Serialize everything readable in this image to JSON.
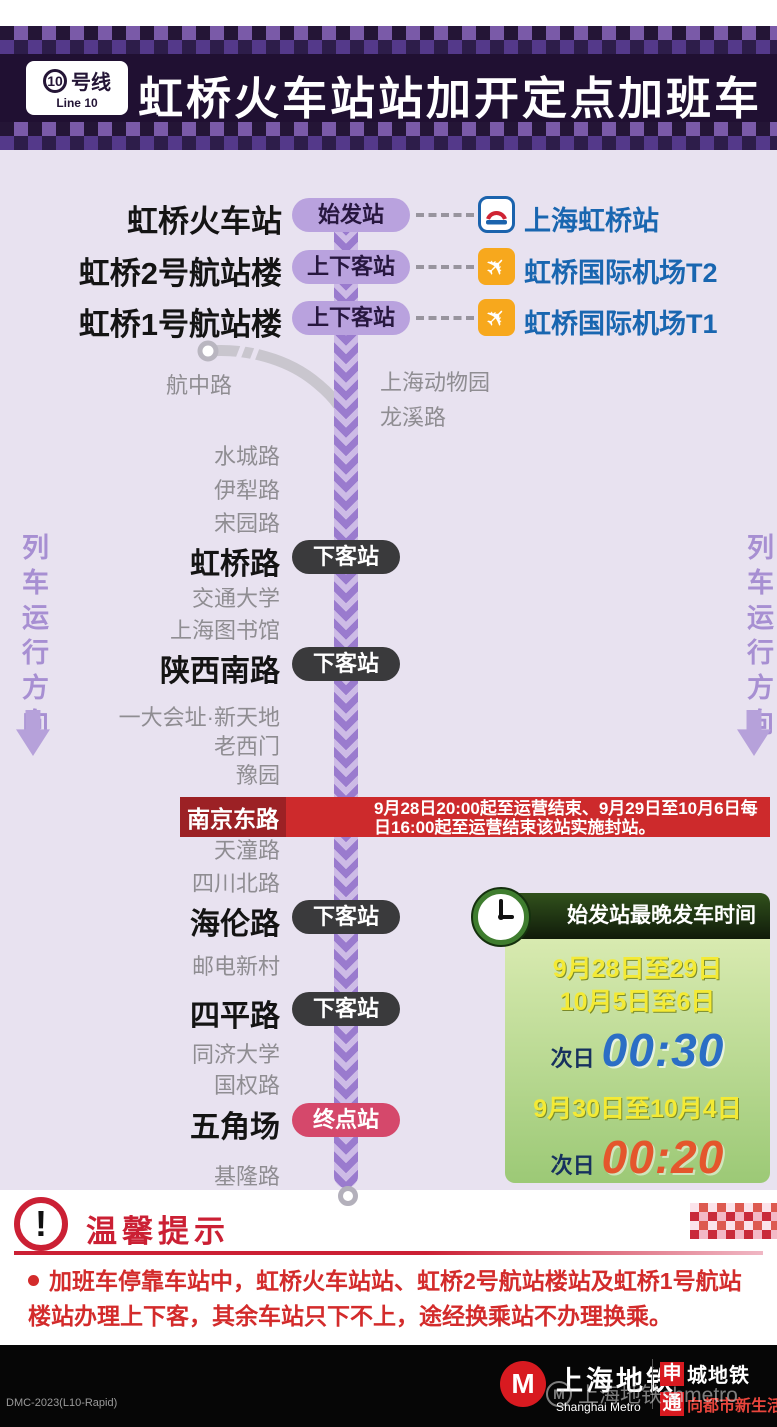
{
  "header": {
    "line_number": "10",
    "line_suffix": "号线",
    "line_en": "Line 10",
    "title": "虹桥火车站站加开定点加班车"
  },
  "direction_label": "列车运行方向",
  "top_stations": [
    {
      "name": "虹桥火车站",
      "badge": "始发站",
      "icon": "railway-icon",
      "link": "上海虹桥站"
    },
    {
      "name": "虹桥2号航站楼",
      "badge": "上下客站",
      "icon": "airplane-icon",
      "link": "虹桥国际机场T2"
    },
    {
      "name": "虹桥1号航站楼",
      "badge": "上下客站",
      "icon": "airplane-icon",
      "link": "虹桥国际机场T1"
    }
  ],
  "badges": {
    "drop_off": "下客站",
    "terminal": "终点站"
  },
  "stops": {
    "hangzhonglu": "航中路",
    "zoo": "上海动物园",
    "longxilu": "龙溪路",
    "shuichenglu": "水城路",
    "yililu": "伊犁路",
    "songyuanlu": "宋园路",
    "hongqiaolu": "虹桥路",
    "jiaotongdaxue": "交通大学",
    "tushuguan": "上海图书馆",
    "shanxinanlu": "陕西南路",
    "yidahuizhi": "一大会址·新天地",
    "laoximen": "老西门",
    "yuyuan": "豫园",
    "tiantonglu": "天潼路",
    "sichuanbeilu": "四川北路",
    "hailunlu": "海伦路",
    "youdianxincun": "邮电新村",
    "sipinglu": "四平路",
    "tongjidaxue": "同济大学",
    "guoquanlu": "国权路",
    "wujiaochang": "五角场",
    "jilonglu": "基隆路"
  },
  "closure": {
    "station": "南京东路",
    "notice": "9月28日20:00起至运营结束、9月29日至10月6日每日16:00起至运营结束该站实施封站。"
  },
  "schedule": {
    "title": "始发站最晚发车时间",
    "period1_line1": "9月28日至29日",
    "period1_line2": "10月5日至6日",
    "prefix": "次日",
    "time1": "00:30",
    "period2": "9月30日至10月4日",
    "time2": "00:20"
  },
  "notice": {
    "title": "温馨提示",
    "body": "加班车停靠车站中，虹桥火车站站、虹桥2号航站楼站及虹桥1号航站楼站办理上下客，其余车站只下不上，途经换乘站不办理换乘。"
  },
  "footer": {
    "code": "DMC-2023(L10-Rapid)",
    "brand_cn": "上海地铁",
    "brand_en": "Shanghai Metro",
    "slogan1_head": "申",
    "slogan1_rest": "城地铁",
    "slogan2_head": "通",
    "slogan2_rest": "向都市新生活",
    "watermark": "上海地铁shmetro"
  }
}
